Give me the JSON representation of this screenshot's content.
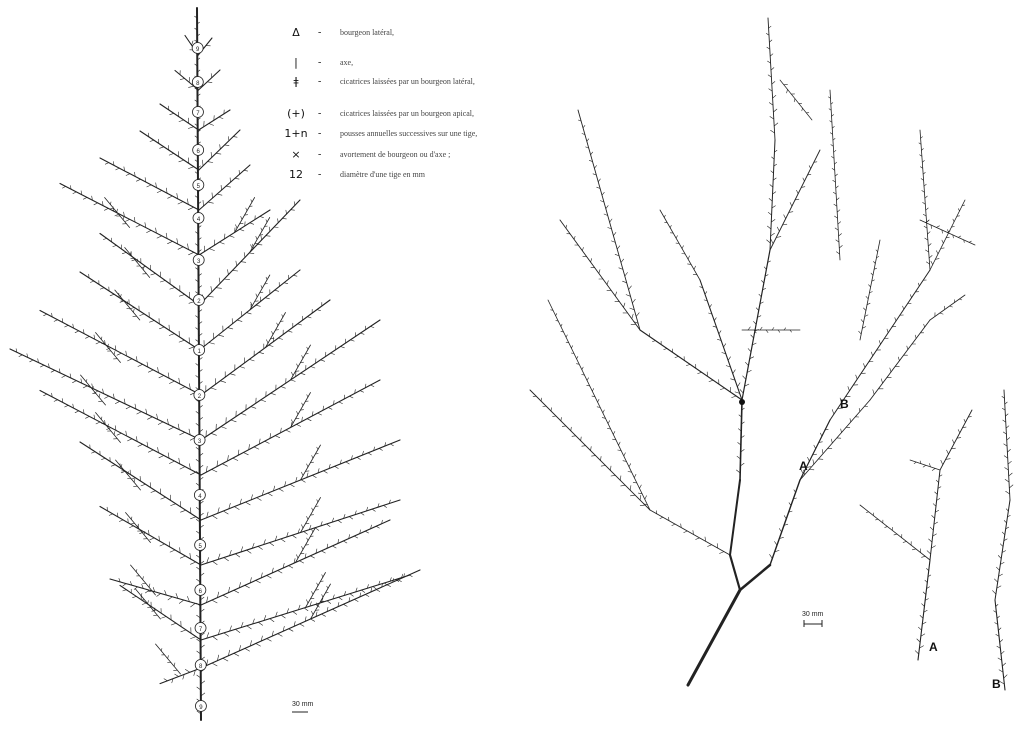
{
  "legend": [
    {
      "symbol": "Δ",
      "text": "bourgeon latéral,"
    },
    {
      "symbol": "|",
      "text": "axe,"
    },
    {
      "symbol": "ǂ",
      "text": "cicatrices laissées par un bourgeon latéral,"
    },
    {
      "symbol": "(+)",
      "text": "cicatrices laissées par un bourgeon apical,"
    },
    {
      "symbol": "1+n",
      "text": "pousses annuelles successives sur une tige,"
    },
    {
      "symbol": "×",
      "text": "avortement de bourgeon ou d'axe ;"
    },
    {
      "symbol": "12",
      "text": "diamètre d'une tige en mm"
    }
  ],
  "left_tree": {
    "scale_label": "30 mm",
    "node_marks": [
      "9",
      "8",
      "7",
      "6",
      "5",
      "4",
      "3",
      "2",
      "1",
      "2",
      "3",
      "4",
      "5",
      "6",
      "7",
      "8"
    ]
  },
  "right_tree": {
    "scale_label": "30 mm",
    "markers": [
      "B",
      "A",
      "A",
      "B"
    ]
  }
}
